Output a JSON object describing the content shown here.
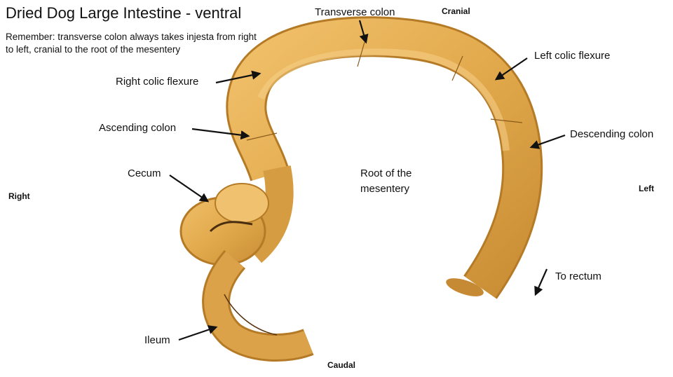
{
  "title": "Dried Dog Large Intestine - ventral",
  "note": "Remember: transverse colon always takes injesta from right to left, cranial to the root of the mesentery",
  "labels": {
    "transverse_colon": "Transverse colon",
    "left_colic_flexure": "Left colic flexure",
    "right_colic_flexure": "Right colic flexure",
    "ascending_colon": "Ascending colon",
    "descending_colon": "Descending colon",
    "cecum": "Cecum",
    "root_of_mesentery_line1": "Root of the",
    "root_of_mesentery_line2": "mesentery",
    "ileum": "Ileum",
    "to_rectum": "To rectum"
  },
  "directions": {
    "cranial": "Cranial",
    "caudal": "Caudal",
    "right": "Right",
    "left": "Left"
  },
  "colors": {
    "tissue": "#e0a84a",
    "tissue_dark": "#b57a26",
    "tissue_light": "#f3c978",
    "arrow": "#111111"
  }
}
